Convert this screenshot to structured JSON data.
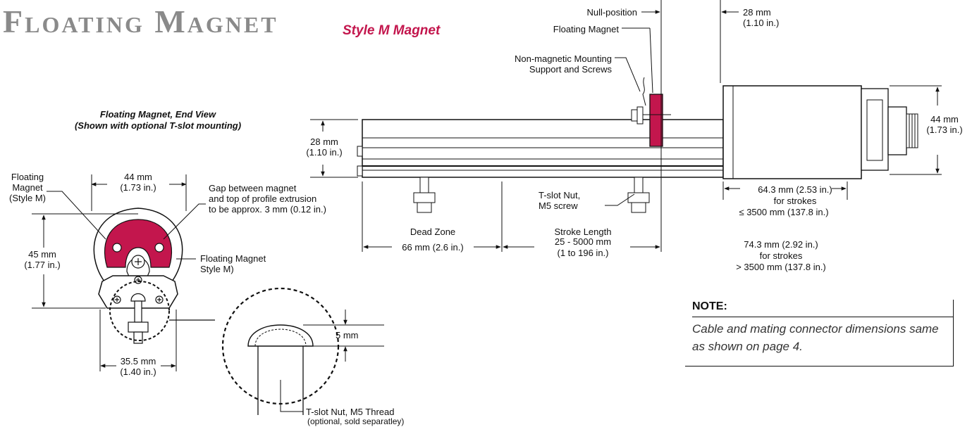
{
  "header": {
    "title": "Floating Magnet",
    "subtitle": "Style M Magnet"
  },
  "end_view": {
    "caption_line1": "Floating Magnet, End View",
    "caption_line2": "(Shown with optional T-slot mounting)",
    "floating_magnet_left": [
      "Floating",
      "Magnet",
      "(Style M)"
    ],
    "width_44_mm": "44 mm",
    "width_44_in": "(1.73 in.)",
    "gap_note": [
      "Gap between magnet",
      "and top of profile extrusion",
      "to be approx. 3 mm (0.12 in.)"
    ],
    "height_45_mm": "45 mm",
    "height_45_in": "(1.77 in.)",
    "floating_magnet_right": [
      "Floating Magnet",
      "Style M)"
    ],
    "width_35_mm": "35.5 mm",
    "width_35_in": "(1.40 in.)"
  },
  "detail": {
    "dim_5": "5 mm",
    "tslot_label": "T-slot Nut, M5 Thread",
    "tslot_sub": "(optional, sold separatley)"
  },
  "side_view": {
    "null_position": "Null-position",
    "floating_magnet": "Floating Magnet",
    "mounting_support": [
      "Non-magnetic Mounting",
      "Support and Screws"
    ],
    "dim_28_top_mm": "28 mm",
    "dim_28_top_in": "(1.10 in.)",
    "dim_28_left_mm": "28 mm",
    "dim_28_left_in": "(1.10 in.)",
    "dim_44_mm": "44 mm",
    "dim_44_in": "(1.73 in.)",
    "tslot_nut": [
      "T-slot Nut,",
      "M5 screw"
    ],
    "dead_zone": "Dead Zone",
    "dead_zone_dim": "66 mm (2.6 in.)",
    "stroke_length": "Stroke Length",
    "stroke_range": "25 - 5000 mm",
    "stroke_range_in": "(1 to 196 in.)",
    "dim_64": "64.3 mm (2.53 in.)",
    "for_strokes_1": "for strokes",
    "strokes_le": "≤ 3500 mm (137.8 in.)",
    "dim_74": "74.3 mm (2.92 in.)",
    "for_strokes_2": "for strokes",
    "strokes_gt": "> 3500 mm (137.8 in.)"
  },
  "note": {
    "title": "NOTE:",
    "body": "Cable and mating connector dimensions same as shown on page 4."
  },
  "colors": {
    "magnet": "#c3164d",
    "title_gray": "#8a8a8a",
    "subtitle": "#c3164d"
  }
}
